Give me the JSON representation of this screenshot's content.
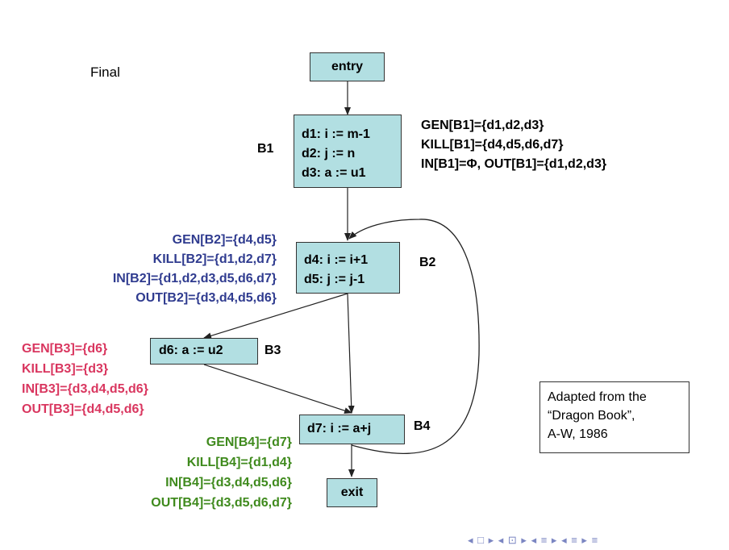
{
  "title": "Final",
  "blocks": {
    "entry": "entry",
    "b1": {
      "label": "B1",
      "lines": [
        "d1: i := m-1",
        "d2: j := n",
        "d3: a := u1"
      ]
    },
    "b2": {
      "label": "B2",
      "lines": [
        "d4: i := i+1",
        "d5: j := j-1"
      ]
    },
    "b3": {
      "label": "B3",
      "lines": [
        "d6: a := u2"
      ]
    },
    "b4": {
      "label": "B4",
      "lines": [
        "d7: i := a+j"
      ]
    },
    "exit": "exit"
  },
  "sets": {
    "b1": [
      "GEN[B1]={d1,d2,d3}",
      "KILL[B1]={d4,d5,d6,d7}",
      "IN[B1]=Φ, OUT[B1]={d1,d2,d3}"
    ],
    "b2": [
      "GEN[B2]={d4,d5}",
      "KILL[B2]={d1,d2,d7}",
      "IN[B2]={d1,d2,d3,d5,d6,d7}",
      "OUT[B2]={d3,d4,d5,d6}"
    ],
    "b3": [
      "GEN[B3]={d6}",
      "KILL[B3]={d3}",
      "IN[B3]={d3,d4,d5,d6}",
      "OUT[B3]={d4,d5,d6}"
    ],
    "b4": [
      "GEN[B4]={d7}",
      "KILL[B4]={d1,d4}",
      "IN[B4]={d3,d4,d5,d6}",
      "OUT[B4]={d3,d5,d6,d7}"
    ]
  },
  "colors": {
    "box_fill": "#b2dfe2",
    "b2_text": "#2f3b8f",
    "b3_text": "#d9365f",
    "b4_text": "#3f8a1d"
  },
  "note": [
    "Adapted from the",
    "“Dragon Book”,",
    "A-W, 1986"
  ],
  "nav": [
    "◂ □ ▸",
    "◂ ⊡ ▸",
    "◂ ≡ ▸",
    "◂ ≡ ▸",
    "≡"
  ]
}
